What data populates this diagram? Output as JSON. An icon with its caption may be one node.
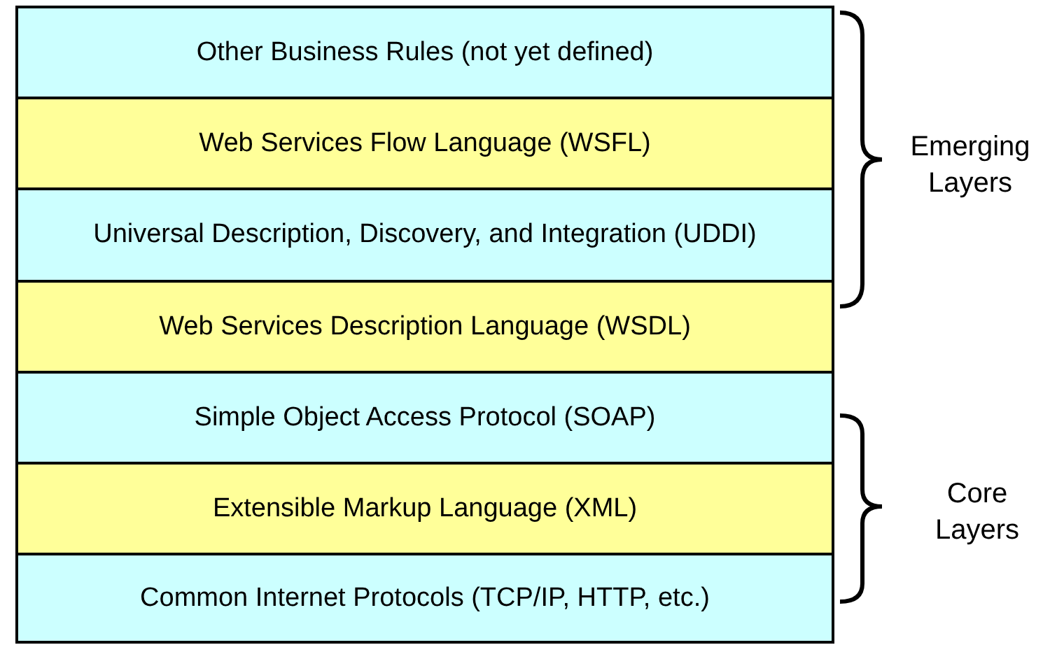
{
  "diagram": {
    "nodes": [
      {
        "text": [
          "Other Business Rules (not yet defined)"
        ]
      },
      {
        "text": [
          "Web Services Flow Language (WSFL)"
        ]
      },
      {
        "text": [
          "Universal Description, Discovery, and Integration (UDDI)"
        ]
      },
      {
        "text": [
          "Web Services Description Language (WSDL)"
        ]
      },
      {
        "text": [
          "Simple Object Access Protocol (SOAP)"
        ]
      },
      {
        "text": [
          "Extensible Markup Language (XML)"
        ]
      },
      {
        "text": [
          "Common Internet Protocols (TCP/IP, HTTP, etc.)"
        ]
      }
    ],
    "edges": [],
    "labels": [
      "Emerging Layers",
      "Core Layers"
    ]
  }
}
